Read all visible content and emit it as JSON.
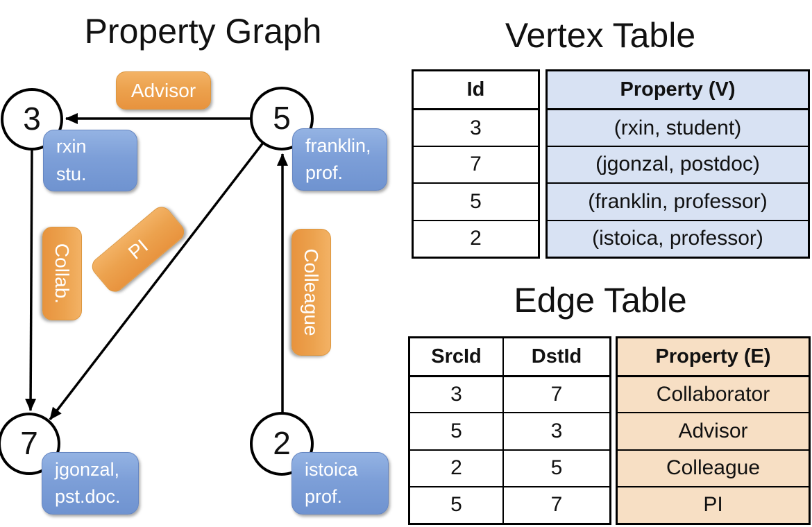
{
  "colors": {
    "edge_label_orange_top": "#f3b265",
    "edge_label_orange_bottom": "#e8933e",
    "vertex_box_blue_top": "#94b3e3",
    "vertex_box_blue_bottom": "#6f93d0",
    "vertex_table_fill": "#d8e2f3",
    "edge_table_fill": "#f7dfc4",
    "line_color": "#000000",
    "box_text": "#ffffff"
  },
  "graph": {
    "title": "Property Graph",
    "nodes": [
      {
        "label": "3"
      },
      {
        "label": "5"
      },
      {
        "label": "7"
      },
      {
        "label": "2"
      }
    ],
    "vertex_boxes": [
      {
        "lines": [
          "rxin",
          "stu."
        ]
      },
      {
        "lines": [
          "franklin,",
          "prof."
        ]
      },
      {
        "lines": [
          "jgonzal,",
          "pst.doc."
        ]
      },
      {
        "lines": [
          "istoica",
          "prof."
        ]
      }
    ],
    "edge_labels": [
      {
        "text": "Advisor"
      },
      {
        "text": "Collab."
      },
      {
        "text": "PI"
      },
      {
        "text": "Colleague"
      }
    ]
  },
  "vertex_table": {
    "title": "Vertex Table",
    "columns": {
      "id": "Id",
      "property": "Property (V)"
    },
    "rows": [
      {
        "id": "3",
        "property": "(rxin, student)"
      },
      {
        "id": "7",
        "property": "(jgonzal, postdoc)"
      },
      {
        "id": "5",
        "property": "(franklin, professor)"
      },
      {
        "id": "2",
        "property": "(istoica, professor)"
      }
    ]
  },
  "edge_table": {
    "title": "Edge Table",
    "columns": {
      "src": "SrcId",
      "dst": "DstId",
      "property": "Property (E)"
    },
    "rows": [
      {
        "src": "3",
        "dst": "7",
        "property": "Collaborator"
      },
      {
        "src": "5",
        "dst": "3",
        "property": "Advisor"
      },
      {
        "src": "2",
        "dst": "5",
        "property": "Colleague"
      },
      {
        "src": "5",
        "dst": "7",
        "property": "PI"
      }
    ]
  }
}
